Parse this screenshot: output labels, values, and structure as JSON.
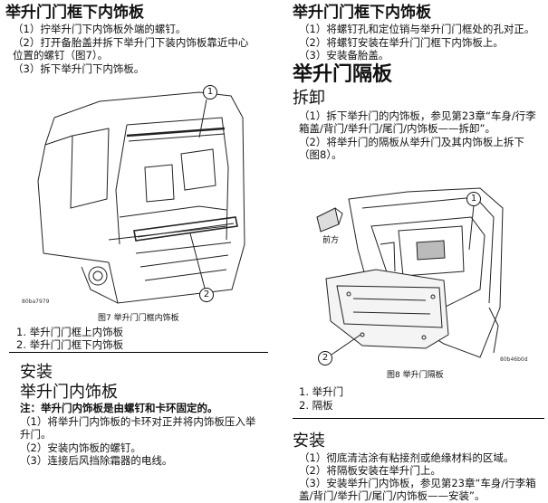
{
  "left": {
    "sec1_title": "举升门门框下内饰板",
    "sec1_steps": [
      "（1）拧举升门下内饰板外端的螺钉。",
      "（2）打开备胎盖并拆下举升门下装内饰板靠近中心",
      "位置的螺钉（图7）。",
      "（3）拆下举升门下内饰板。"
    ],
    "fig7_code": "80ba7979",
    "fig7_caption": "图7  举升门门框内饰板",
    "fig7_callout1": "1",
    "fig7_callout2": "2",
    "fig7_legend": [
      "1.  举升门门框上内饰板",
      "2.  举升门门框下内饰板"
    ],
    "install_title": "安装",
    "sub_title": "举升门内饰板",
    "note": "注：举升门内饰板是由螺钉和卡环固定的。",
    "install_steps": [
      "（1）将举升门内饰板的卡环对正并将内饰板压入举",
      "升门。",
      "（2）安装内饰板的螺钉。",
      "（3）连接后风挡除霜器的电线。"
    ]
  },
  "right": {
    "sec_title": "举升门门框下内饰板",
    "steps": [
      "（1）将螺钉孔和定位销与举升门门框处的孔对正。",
      "（2）将螺钉安装在举升门门框下内饰板上。",
      "（3）安装备胎盖。"
    ],
    "big_title": "举升门隔板",
    "remove_title": "拆卸",
    "remove_steps": [
      "（1）拆下举升门的内饰板，参见第23章“车身/行李",
      "箱盖/背门/举升门/尾门/内饰板——拆卸”。",
      "（2）将举升门的隔板从举升门及其内饰板上拆下",
      "（图8）。"
    ],
    "fig8_front": "前方",
    "fig8_code": "80b46b0d",
    "fig8_caption": "图8  举升门隔板",
    "fig8_callout1": "1",
    "fig8_callout2": "2",
    "fig8_legend": [
      "1.  举升门",
      "2.  隔板"
    ],
    "install_title": "安装",
    "install_steps": [
      "（1）彻底清洁涂有粘接剂或绝缘材料的区域。",
      "（2）将隔板安装在举升门上。",
      "（3）安装举升门内饰板，参见第23章“车身/行李箱",
      "盖/背门/举升门/尾门/内饰板——安装”。"
    ]
  }
}
